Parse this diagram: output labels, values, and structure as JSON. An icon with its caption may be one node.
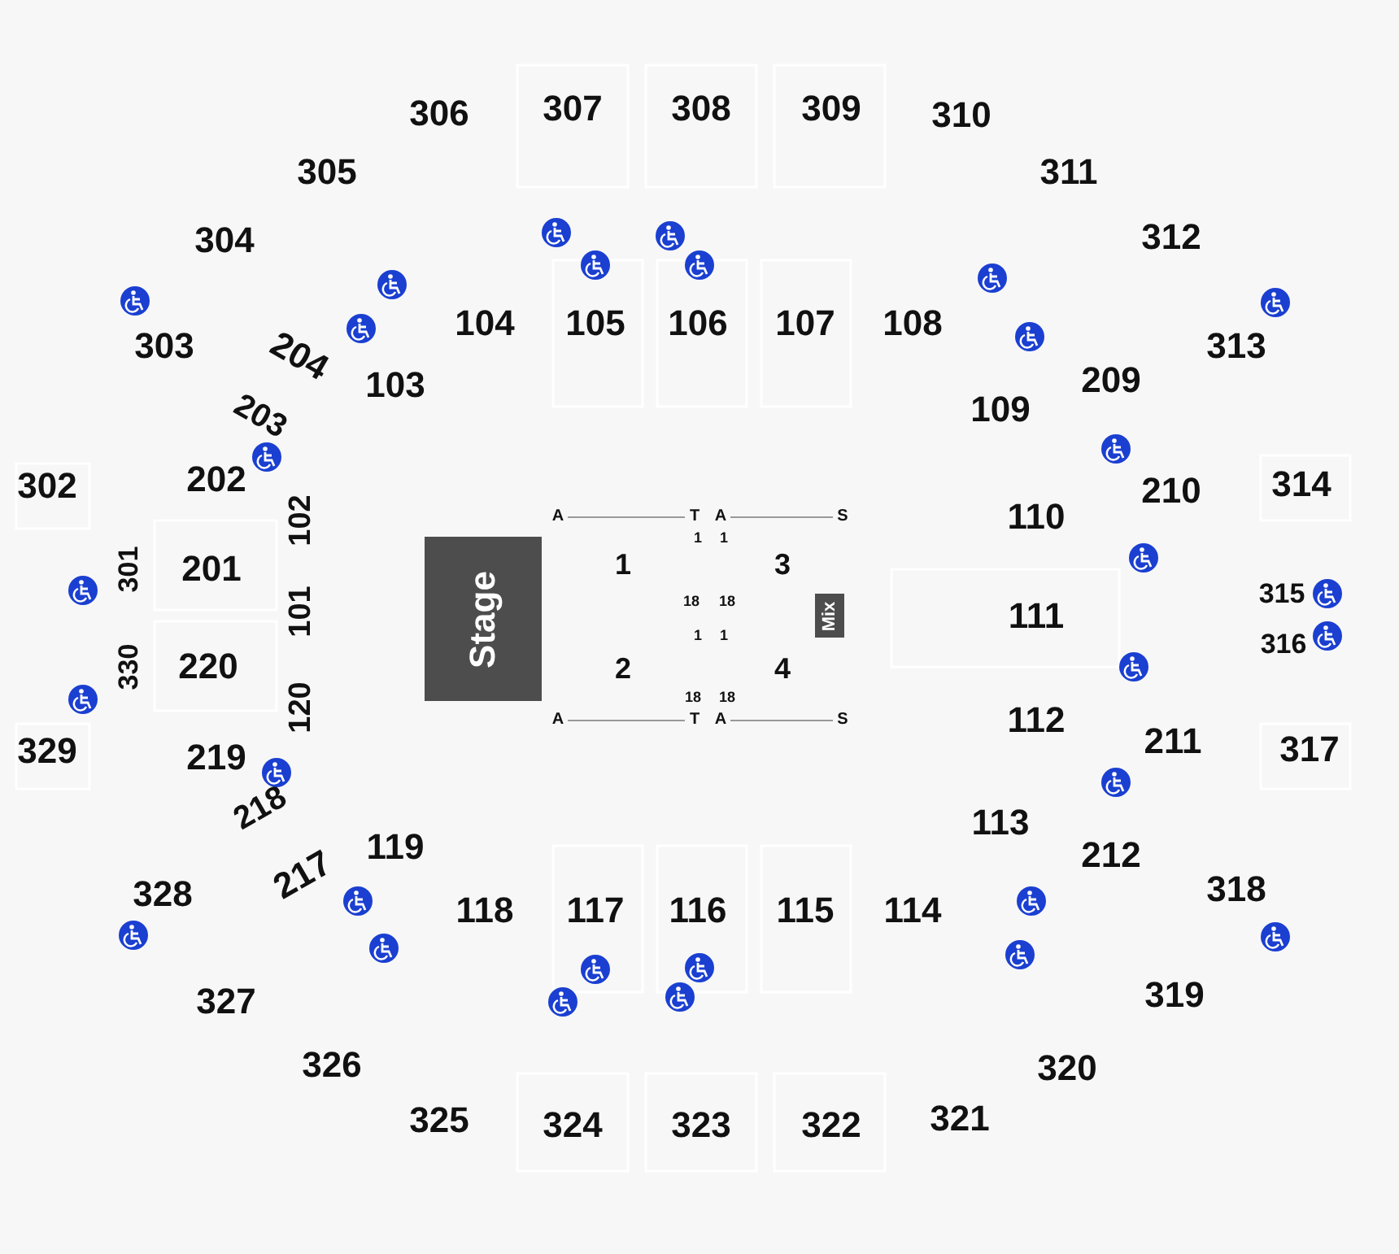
{
  "diagram": {
    "nodes": [
      {
        "text": [
          "Stage"
        ]
      },
      {
        "text": [
          "Mix"
        ]
      }
    ],
    "edges": [],
    "labels": [
      "306",
      "307",
      "308",
      "309",
      "310",
      "305",
      "311",
      "304",
      "312",
      "104",
      "105",
      "106",
      "107",
      "108",
      "303",
      "204",
      "313",
      "103",
      "209",
      "109",
      "203",
      "302",
      "202",
      "210",
      "314",
      "A",
      "T",
      "A",
      "S",
      "102",
      "110",
      "1",
      "1",
      "1",
      "3",
      "301",
      "201",
      "315",
      "18",
      "18",
      "101",
      "111",
      "1",
      "1",
      "316",
      "330",
      "220",
      "2",
      "4",
      "18",
      "18",
      "120",
      "329",
      "112",
      "A",
      "T",
      "A",
      "S",
      "219",
      "211",
      "317",
      "218",
      "113",
      "119",
      "212",
      "217",
      "328",
      "318",
      "118",
      "117",
      "116",
      "115",
      "114",
      "327",
      "319",
      "326",
      "320",
      "325",
      "324",
      "323",
      "322",
      "321"
    ]
  }
}
